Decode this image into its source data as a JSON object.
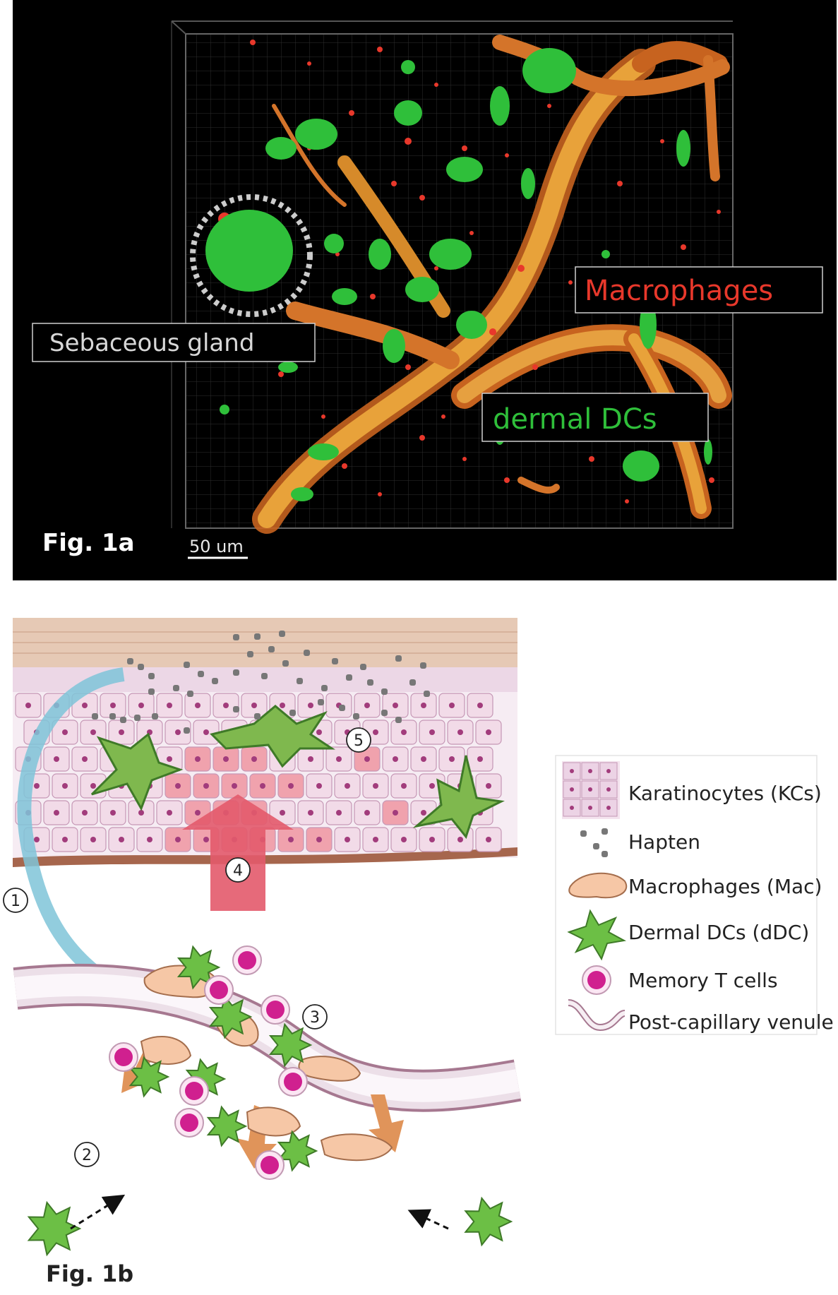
{
  "panel_a": {
    "fig_label": "Fig. 1a",
    "scale_bar": "50 um",
    "labels": {
      "sebaceous": "Sebaceous gland",
      "macrophages": "Macrophages",
      "ddc": "dermal DCs"
    },
    "colors": {
      "macrophages": "#e8382b",
      "ddc": "#2fbf3a",
      "vessel": "#e89a2a"
    }
  },
  "panel_b": {
    "fig_label": "Fig. 1b",
    "steps": [
      "①",
      "②",
      "③",
      "④",
      "⑤"
    ],
    "legend": [
      {
        "icon": "keratinocyte-icon",
        "label": "Karatinocytes (KCs)"
      },
      {
        "icon": "hapten-icon",
        "label": "Hapten"
      },
      {
        "icon": "macrophage-icon",
        "label": "Macrophages (Mac)"
      },
      {
        "icon": "dermal-dc-icon",
        "label": "Dermal DCs (dDC)"
      },
      {
        "icon": "memory-t-cell-icon",
        "label": "Memory T cells"
      },
      {
        "icon": "venule-icon",
        "label": "Post-capillary venule"
      }
    ],
    "colors": {
      "keratinocyte": "#f2dbe8",
      "activated_kc": "#f0a2ad",
      "macrophage": "#f6c7a6",
      "ddc": "#6cbf45",
      "tcell": "#d0208f",
      "arrow_blue": "#7fc4d8",
      "arrow_red": "#e35a6c",
      "arrow_orange": "#e0945a"
    }
  }
}
